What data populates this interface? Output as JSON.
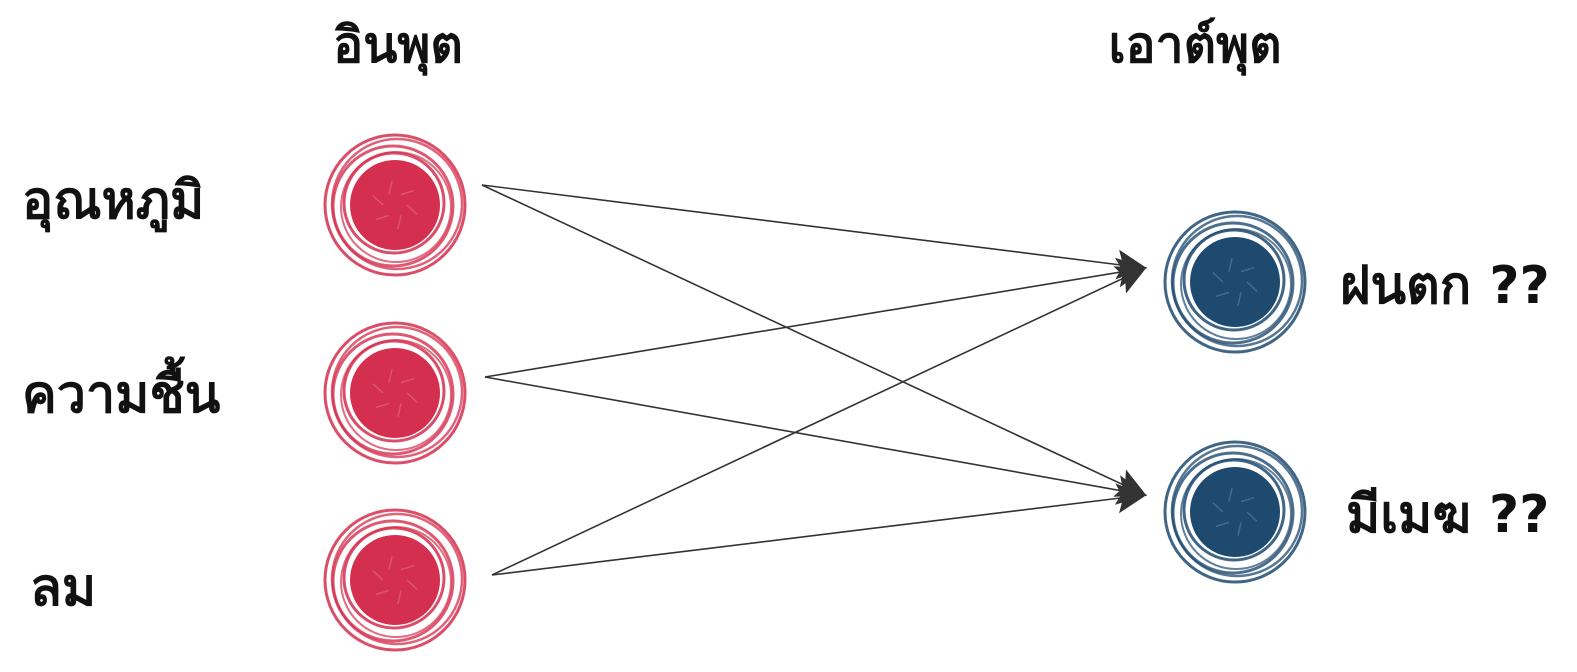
{
  "headings": {
    "inputs": "อินพุต",
    "outputs": "เอาต์พุต"
  },
  "inputs": [
    {
      "label": "อุณหภูมิ"
    },
    {
      "label": "ความชื้น"
    },
    {
      "label": "ลม"
    }
  ],
  "outputs": [
    {
      "label": "ฝนตก ??"
    },
    {
      "label": "มีเมฆ ??"
    }
  ],
  "connections": [
    {
      "from": 0,
      "to": 0
    },
    {
      "from": 0,
      "to": 1
    },
    {
      "from": 1,
      "to": 0
    },
    {
      "from": 1,
      "to": 1
    },
    {
      "from": 2,
      "to": 0
    },
    {
      "from": 2,
      "to": 1
    }
  ],
  "colors": {
    "input_node": "#d42f4e",
    "output_node": "#1f4a70",
    "edge": "#333333",
    "text": "#111111"
  }
}
